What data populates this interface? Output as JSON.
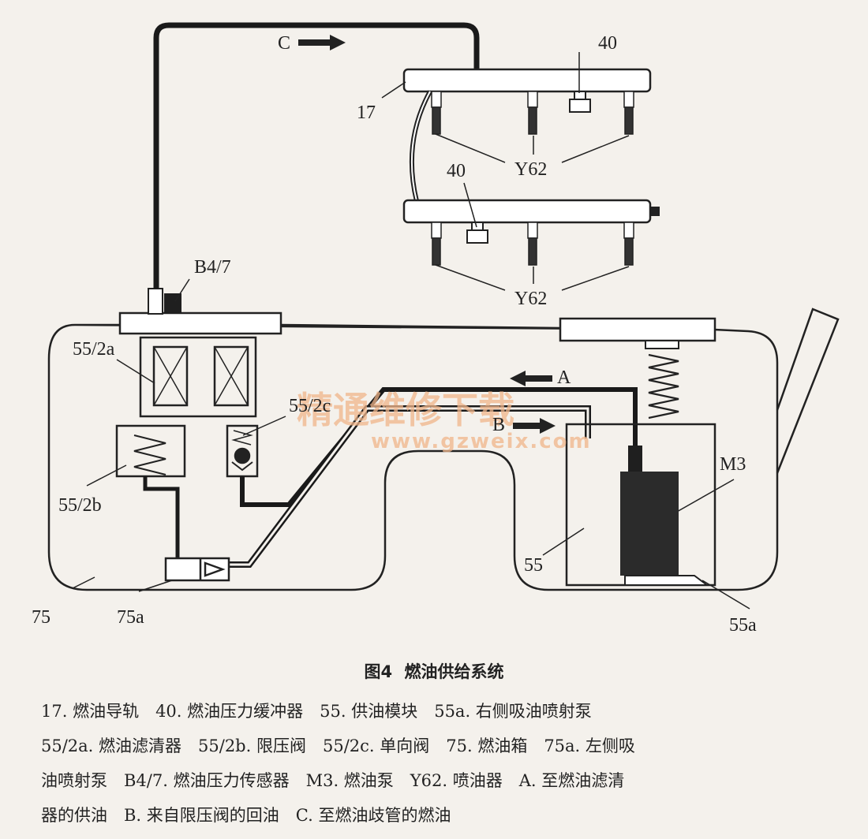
{
  "labels": {
    "rail": "17",
    "damper_top": "40",
    "damper_bottom": "40",
    "injectors_top": "Y62",
    "injectors_bottom": "Y62",
    "sensor": "B4/7",
    "filter": "55/2a",
    "check_valve": "55/2c",
    "relief_valve": "55/2b",
    "module": "55",
    "pump": "M3",
    "tank": "75",
    "left_jet": "75a",
    "right_jet": "55a",
    "flow_a": "A",
    "flow_b": "B",
    "flow_c": "C"
  },
  "watermark": {
    "text": "精通维修下载",
    "url": "www.gzweix.com"
  },
  "caption": {
    "prefix": "图4",
    "title": "燃油供给系统"
  },
  "legend_lines": [
    "17. 燃油导轨　40. 燃油压力缓冲器　55. 供油模块　55a. 右侧吸油喷射泵",
    "55/2a. 燃油滤清器　55/2b. 限压阀　55/2c. 单向阀　75. 燃油箱　75a. 左侧吸",
    "油喷射泵　B4/7. 燃油压力传感器　M3. 燃油泵　Y62. 喷油器　A. 至燃油滤清",
    "器的供油　B. 来自限压阀的回油　C. 至燃油歧管的燃油"
  ]
}
